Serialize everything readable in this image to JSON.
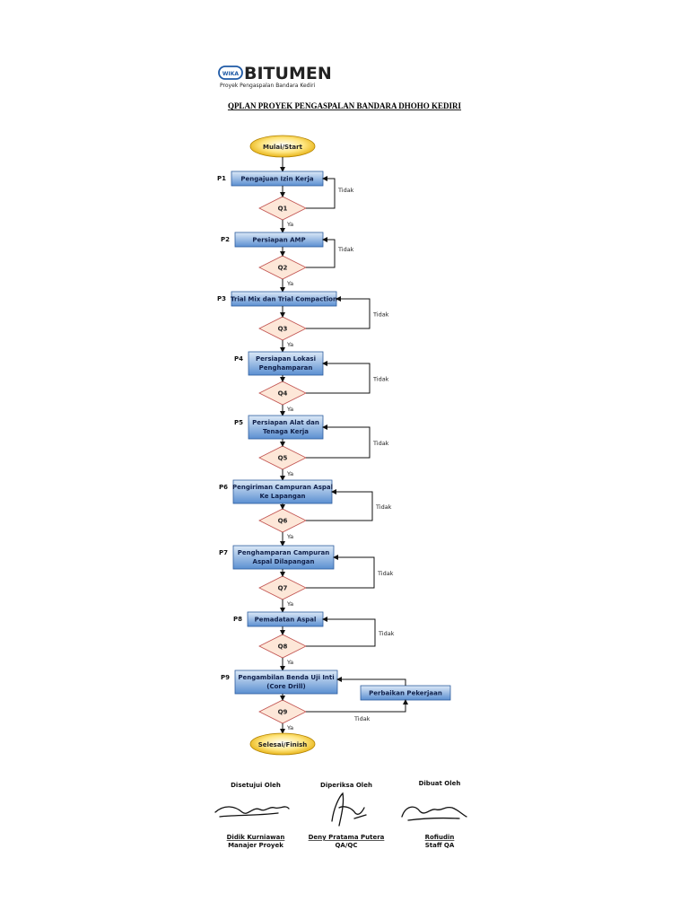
{
  "header": {
    "logo_badge": "WIKA",
    "logo_word": "BITUMEN",
    "logo_sub": "Proyek Pengaspalan Bandara Kediri",
    "title": "QPLAN PROYEK PENGASPALAN BANDARA DHOHO KEDIRI"
  },
  "colors": {
    "process_top": "#dce9f7",
    "process_bottom": "#5b8fd1",
    "process_border": "#2e5d9e",
    "decision_fill": "#fde7d8",
    "decision_border": "#c0504d",
    "terminal_fill": "#ffe680",
    "terminal_edge": "#e2a800"
  },
  "flow": {
    "start": "Mulai/Start",
    "finish": "Selesai/Finish",
    "yes_label": "Ya",
    "no_label": "Tidak",
    "steps": [
      {
        "p": "P1",
        "line1": "Pengajuan Izin Kerja",
        "line2": "",
        "q": "Q1"
      },
      {
        "p": "P2",
        "line1": "Persiapan AMP",
        "line2": "",
        "q": "Q2"
      },
      {
        "p": "P3",
        "line1": "Trial Mix dan Trial Compaction",
        "line2": "",
        "q": "Q3"
      },
      {
        "p": "P4",
        "line1": "Persiapan Lokasi",
        "line2": "Penghamparan",
        "q": "Q4"
      },
      {
        "p": "P5",
        "line1": "Persiapan Alat dan",
        "line2": "Tenaga Kerja",
        "q": "Q5"
      },
      {
        "p": "P6",
        "line1": "Pengiriman Campuran Aspal",
        "line2": "Ke Lapangan",
        "q": "Q6"
      },
      {
        "p": "P7",
        "line1": "Penghamparan Campuran",
        "line2": "Aspal Dilapangan",
        "q": "Q7"
      },
      {
        "p": "P8",
        "line1": "Pemadatan Aspal",
        "line2": "",
        "q": "Q8"
      },
      {
        "p": "P9",
        "line1": "Pengambilan Benda Uji Inti",
        "line2": "(Core Drill)",
        "q": "Q9"
      }
    ],
    "rework": "Perbaikan Pekerjaan"
  },
  "signatures": [
    {
      "role": "Disetujui Oleh",
      "name": "Didik Kurniawan",
      "position": "Manajer Proyek"
    },
    {
      "role": "Diperiksa Oleh",
      "name": "Deny Pratama Putera",
      "position": "QA/QC"
    },
    {
      "role": "Dibuat Oleh",
      "name": "Rofiudin",
      "position": "Staff QA"
    }
  ]
}
